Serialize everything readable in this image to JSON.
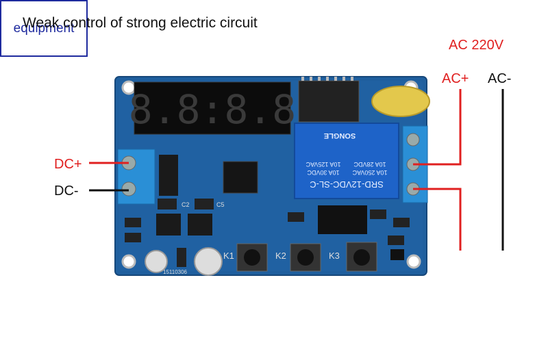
{
  "title": "Weak control of strong electric circuit",
  "labels": {
    "ac_voltage": "AC 220V",
    "ac_plus": "AC+",
    "ac_minus": "AC-",
    "dc_plus": "DC+",
    "dc_minus": "DC-",
    "equipment": "equipment"
  },
  "board": {
    "display_digits": "8.8:8.8",
    "relay_model": "SRD-12VDC-SL-C",
    "relay_ratings": [
      "10A 250VAC",
      "10A 30VDC",
      "10A 28VDC",
      "10A 125VAC"
    ],
    "relay_brand": "SONGLE",
    "buttons": [
      "K1",
      "K2",
      "K3"
    ],
    "capacitors": [
      "C2",
      "C5"
    ],
    "board_code": "15110306"
  },
  "colors": {
    "positive_wire": "#e02020",
    "negative_wire": "#111111",
    "pcb": "#1f5f9e",
    "terminal": "#2a8fd6",
    "relay": "#1e63c8",
    "equipment_border": "#1e2a9e"
  }
}
